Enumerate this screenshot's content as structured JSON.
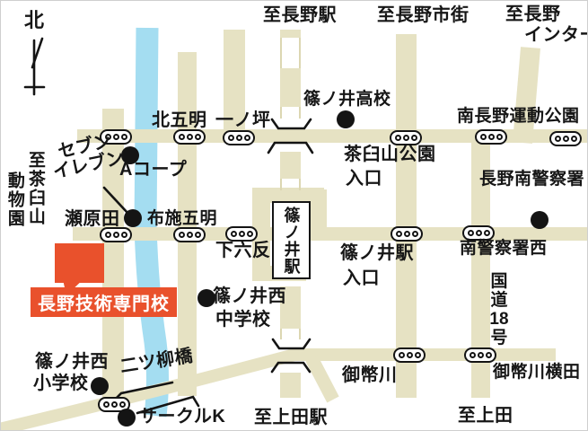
{
  "compass": {
    "north": "北"
  },
  "destinations": {
    "to_nagano_station": "至長野駅",
    "to_nagano_city": "至長野市街",
    "to_nagano_inter_line1": "至長野",
    "to_nagano_inter_line2": "インター",
    "to_chausuyama_zoo_col1": "至茶臼山",
    "to_chausuyama_zoo_col2": "動物園",
    "to_ueda_station": "至上田駅",
    "to_ueda": "至上田"
  },
  "intersections": {
    "kita_gomyo": "北五明",
    "ichinotsubo": "一ノ坪",
    "sehara_da": "瀬原田",
    "fuse_gomyo": "布施五明",
    "shimo_rokutan": "下六反",
    "chausuyama_park_line1": "茶臼山公園",
    "chausuyama_park_line2": "入口",
    "shinonoi_sta_entrance_line1": "篠ノ井駅",
    "shinonoi_sta_entrance_line2": "入口",
    "minami_police_west": "南警察署西",
    "gohegawa": "御幣川",
    "gohegawa_yokota": "御幣川横田",
    "minami_nagano_park": "南長野運動公園"
  },
  "landmarks": {
    "shinonoi_high_school": "篠ノ井高校",
    "seven_eleven_line1": "セブン",
    "seven_eleven_line2": "イレブン",
    "a_coop": "Aコープ",
    "nagano_minami_police": "長野南警察署",
    "shinonoi_west_jhs_line1": "篠ノ井西",
    "shinonoi_west_jhs_line2": "中学校",
    "shinonoi_west_es_line1": "篠ノ井西",
    "shinonoi_west_es_line2": "小学校",
    "futatsuyanagi_bridge": "二ツ柳橋",
    "circle_k": "サークルK"
  },
  "station": {
    "shinonoi_station": "篠ノ井駅"
  },
  "roads": {
    "route18_char1": "国",
    "route18_char2": "道",
    "route18_char3": "18",
    "route18_char4": "号"
  },
  "school": {
    "name": "長野技術専門校"
  },
  "colors": {
    "road": "#e6e2c3",
    "river": "#a4ddf1",
    "accent_red": "#e9512c",
    "line_black": "#141414"
  },
  "icons": {
    "traffic_signal": "white pill containing three lamp circles",
    "poi_dot": "filled black circle",
    "north_arrow": "hand-drawn north arrow",
    "rail_crossing_bracket": "flared bracket where road passes railway",
    "bridge_mark": "hooked lines flanking road at river crossing"
  }
}
